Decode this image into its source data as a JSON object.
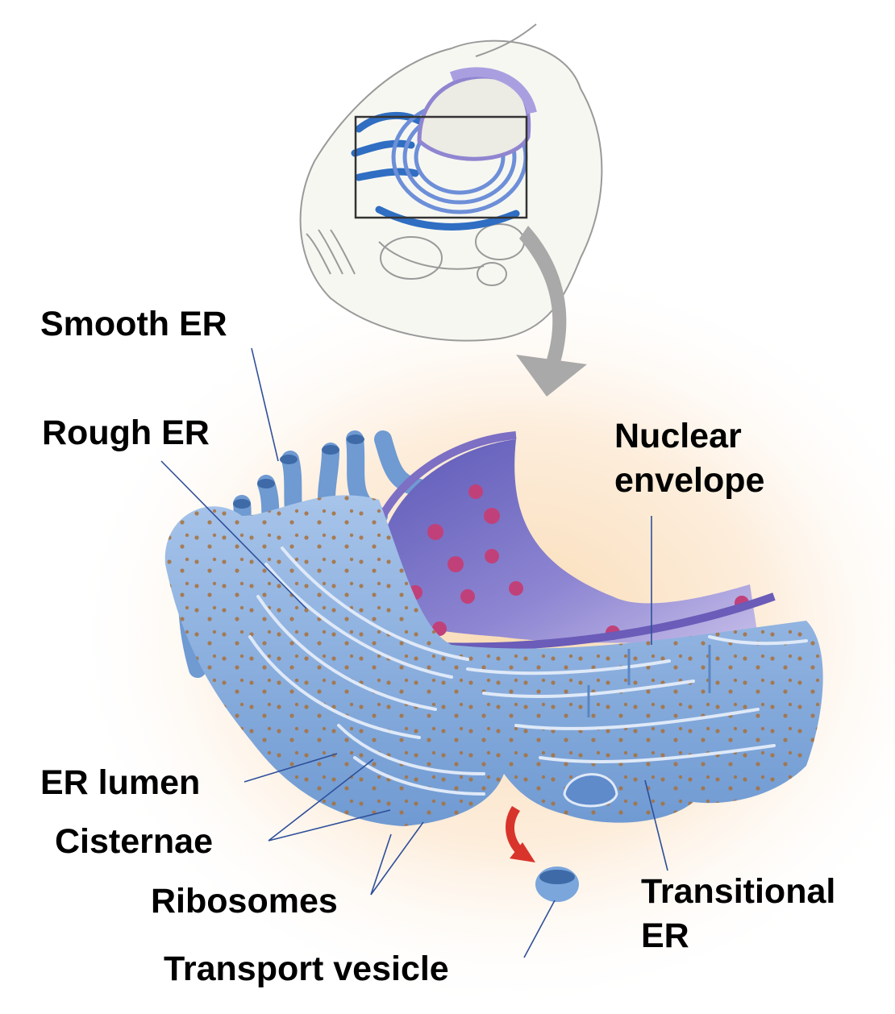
{
  "labels": {
    "smooth_er": "Smooth ER",
    "rough_er": "Rough ER",
    "nuclear_envelope_1": "Nuclear",
    "nuclear_envelope_2": "envelope",
    "er_lumen": "ER lumen",
    "cisternae": "Cisternae",
    "ribosomes": "Ribosomes",
    "transitional_er_1": "Transitional",
    "transitional_er_2": "ER",
    "transport_vesicle": "Transport vesicle"
  },
  "colors": {
    "er_membrane": "#7ba6dc",
    "er_dark": "#4f7fbf",
    "er_light": "#a9c6ec",
    "nucleus_interior": "#8b7fcf",
    "nuclear_pore": "#c0417a",
    "ribosome": "#a8703a",
    "leader_line": "#2f4f9a",
    "glow": "#fbe3c4",
    "arrow_gray": "#a9a9a9",
    "arrow_red": "#d8342b"
  }
}
